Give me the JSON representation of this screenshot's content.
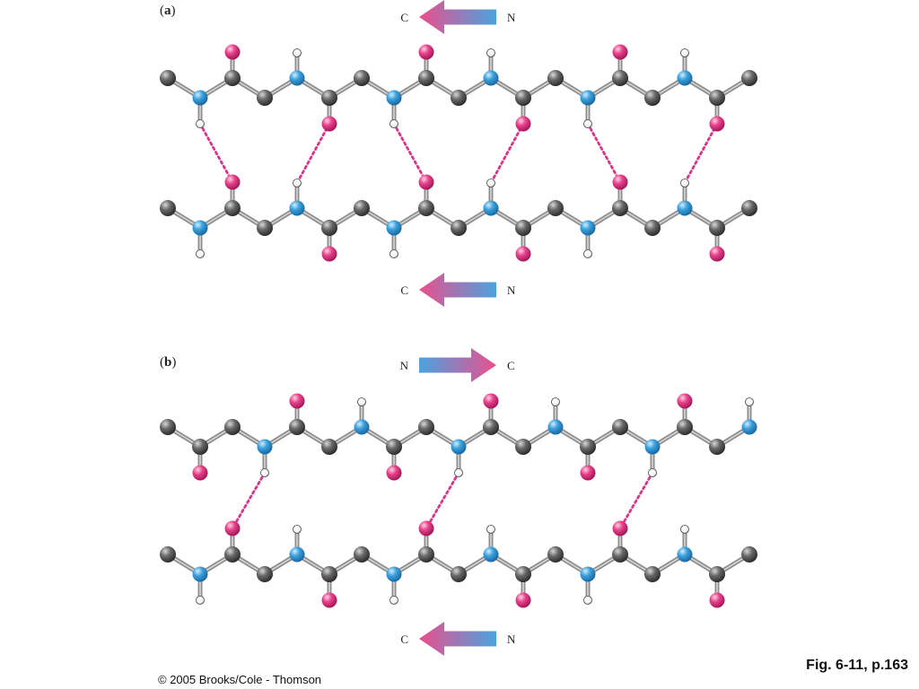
{
  "panels": [
    {
      "label": "a",
      "strands": [
        {
          "orientation": "right-to-left",
          "start_label": "N",
          "end_label": "C"
        },
        {
          "orientation": "right-to-left",
          "start_label": "N",
          "end_label": "C"
        }
      ],
      "arrangement": "parallel"
    },
    {
      "label": "b",
      "strands": [
        {
          "orientation": "left-to-right",
          "start_label": "N",
          "end_label": "C"
        },
        {
          "orientation": "right-to-left",
          "start_label": "N",
          "end_label": "C"
        }
      ],
      "arrangement": "antiparallel"
    }
  ],
  "atom_colors": {
    "carbon": "#5f5f5f",
    "nitrogen": "#3aa0dc",
    "oxygen": "#e8418a",
    "hydrogen": "#ffffff"
  },
  "hbond_color": "#d9358a",
  "arrow_colors": {
    "n_end": "#4aa3df",
    "c_end": "#ea4f8c"
  },
  "caption": "Fig. 6-11, p.163",
  "copyright": "© 2005 Brooks/Cole - Thomson"
}
